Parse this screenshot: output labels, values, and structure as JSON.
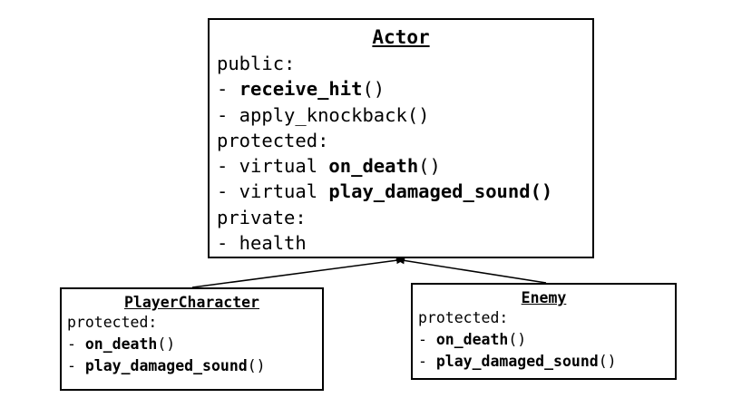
{
  "actor": {
    "name": "Actor",
    "lines": [
      {
        "prefix": "public:",
        "bold": "",
        "suffix": ""
      },
      {
        "prefix": "- ",
        "bold": "receive_hit",
        "suffix": "()"
      },
      {
        "prefix": "- apply_knockback()",
        "bold": "",
        "suffix": ""
      },
      {
        "prefix": "protected:",
        "bold": "",
        "suffix": ""
      },
      {
        "prefix": "- virtual ",
        "bold": "on_death",
        "suffix": "()"
      },
      {
        "prefix": "- virtual ",
        "bold": "play_damaged_sound()",
        "suffix": ""
      },
      {
        "prefix": "private:",
        "bold": "",
        "suffix": ""
      },
      {
        "prefix": "- health",
        "bold": "",
        "suffix": ""
      }
    ]
  },
  "player_character": {
    "name": "PlayerCharacter",
    "lines": [
      {
        "prefix": "protected:",
        "bold": "",
        "suffix": ""
      },
      {
        "prefix": "- ",
        "bold": "on_death",
        "suffix": "()"
      },
      {
        "prefix": "- ",
        "bold": "play_damaged_sound",
        "suffix": "()"
      }
    ]
  },
  "enemy": {
    "name": "Enemy",
    "lines": [
      {
        "prefix": "protected:",
        "bold": "",
        "suffix": ""
      },
      {
        "prefix": "- ",
        "bold": "on_death",
        "suffix": "()"
      },
      {
        "prefix": "- ",
        "bold": "play_damaged_sound",
        "suffix": "()"
      }
    ]
  }
}
